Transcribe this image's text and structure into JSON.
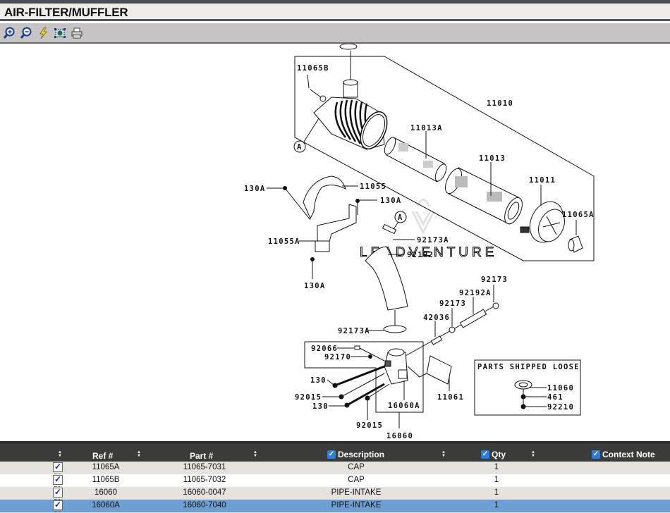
{
  "window": {
    "title": "AIR-FILTER/MUFFLER"
  },
  "toolbar": {
    "buttons": [
      {
        "name": "zoom-in",
        "icon": "zoom-in-icon"
      },
      {
        "name": "zoom-out",
        "icon": "zoom-out-icon"
      },
      {
        "name": "quick-fit",
        "icon": "lightning-icon"
      },
      {
        "name": "pan-select",
        "icon": "select-icon"
      },
      {
        "name": "print",
        "icon": "printer-icon"
      }
    ]
  },
  "diagram": {
    "watermark": "LEADVENTURE",
    "callouts": {
      "c11065B": "11065B",
      "c11010": "11010",
      "c11013A": "11013A",
      "c11013": "11013",
      "c11011": "11011",
      "c11065A": "11065A",
      "c11055": "11055",
      "c130A_1": "130A",
      "c130A_2": "130A",
      "c130A_3": "130A",
      "c11055A": "11055A",
      "c92173A_1": "92173A",
      "c92192": "92192",
      "c92173_1": "92173",
      "c92192A": "92192A",
      "c92173_2": "92173",
      "c42036": "42036",
      "c92173A_2": "92173A",
      "c92066": "92066",
      "c92170": "92170",
      "c130_1": "130",
      "c92015_1": "92015",
      "c130_2": "130",
      "c16060A": "16060A",
      "c11061": "11061",
      "c92015_2": "92015",
      "c16060": "16060",
      "refA_1": "A",
      "refA_2": "A"
    },
    "loose_box": {
      "title": "PARTS SHIPPED LOOSE",
      "items": [
        "11060",
        "461",
        "92210"
      ]
    }
  },
  "grid": {
    "columns": [
      {
        "label": "",
        "checked": null
      },
      {
        "label": "Ref #",
        "checked": null
      },
      {
        "label": "Part #",
        "checked": null
      },
      {
        "label": "Description",
        "checked": true
      },
      {
        "label": "Qty",
        "checked": true
      },
      {
        "label": "Context Note",
        "checked": true
      }
    ],
    "rows": [
      {
        "ref": "11065A",
        "part": "11065-7031",
        "desc": "CAP",
        "qty": "1",
        "note": "",
        "selected": false
      },
      {
        "ref": "11065B",
        "part": "11065-7032",
        "desc": "CAP",
        "qty": "1",
        "note": "",
        "selected": false
      },
      {
        "ref": "16060",
        "part": "16060-0047",
        "desc": "PIPE-INTAKE",
        "qty": "1",
        "note": "",
        "selected": false
      },
      {
        "ref": "16060A",
        "part": "16060-7040",
        "desc": "PIPE-INTAKE",
        "qty": "1",
        "note": "",
        "selected": true
      }
    ]
  },
  "colors": {
    "header_bg": "#3b3b39",
    "selected_row": "#6e9fd4",
    "alt_row": "#e6e3df",
    "toolbar_bg": "#c6c4c5",
    "checkbox": "#2a7de1"
  }
}
